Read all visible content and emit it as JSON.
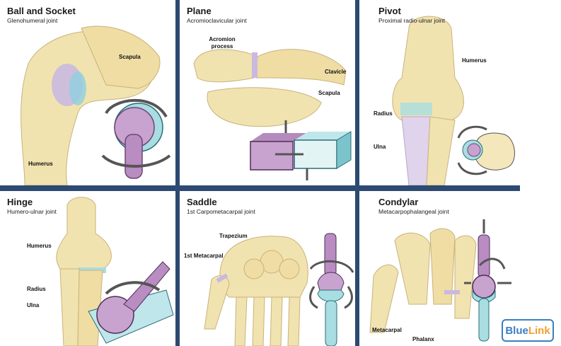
{
  "panels": {
    "ball": {
      "title": "Ball and Socket",
      "subtitle": "Glenohumeral joint",
      "labels": {
        "scapula": "Scapula",
        "humerus": "Humerus"
      }
    },
    "plane": {
      "title": "Plane",
      "subtitle": "Acromioclavicular joint",
      "labels": {
        "acromion": "Acromion process",
        "clavicle": "Clavicle",
        "scapula": "Scapula"
      }
    },
    "pivot": {
      "title": "Pivot",
      "subtitle": "Proximal radio-ulnar joint",
      "labels": {
        "humerus": "Humerus",
        "radius": "Radius",
        "ulna": "Ulna"
      }
    },
    "hinge": {
      "title": "Hinge",
      "subtitle": "Humero-ulnar joint",
      "labels": {
        "humerus": "Humerus",
        "radius": "Radius",
        "ulna": "Ulna"
      }
    },
    "saddle": {
      "title": "Saddle",
      "subtitle": "1st Carpometacarpal joint",
      "labels": {
        "trapezium": "Trapezium",
        "metacarpal": "1st Metacarpal"
      }
    },
    "condylar": {
      "title": "Condylar",
      "subtitle": "Metacarpophalangeal joint",
      "labels": {
        "metacarpal": "Metacarpal",
        "phalanx": "Phalanx"
      }
    }
  },
  "logo": {
    "part1": "Blue",
    "part2": "Link"
  },
  "colors": {
    "divider": "#2c4a72",
    "bone": "#f1e3b0",
    "purple": "#c9a3cf",
    "teal": "#7cc4cc"
  }
}
